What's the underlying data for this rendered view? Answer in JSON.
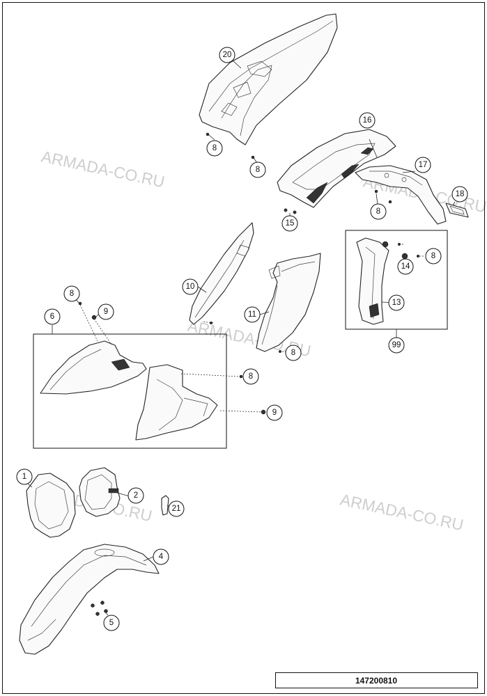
{
  "watermark": "ARMADA-CO.RU",
  "document_number": "147200810",
  "callouts": {
    "c1": "1",
    "c2": "2",
    "c4": "4",
    "c5": "5",
    "c6": "6",
    "c8a": "8",
    "c8b": "8",
    "c8c": "8",
    "c8d": "8",
    "c8e": "8",
    "c8f": "8",
    "c8g": "8",
    "c9a": "9",
    "c9b": "9",
    "c10": "10",
    "c11": "11",
    "c13": "13",
    "c14": "14",
    "c15": "15",
    "c16": "16",
    "c17": "17",
    "c18": "18",
    "c20": "20",
    "c21": "21",
    "c99": "99"
  }
}
